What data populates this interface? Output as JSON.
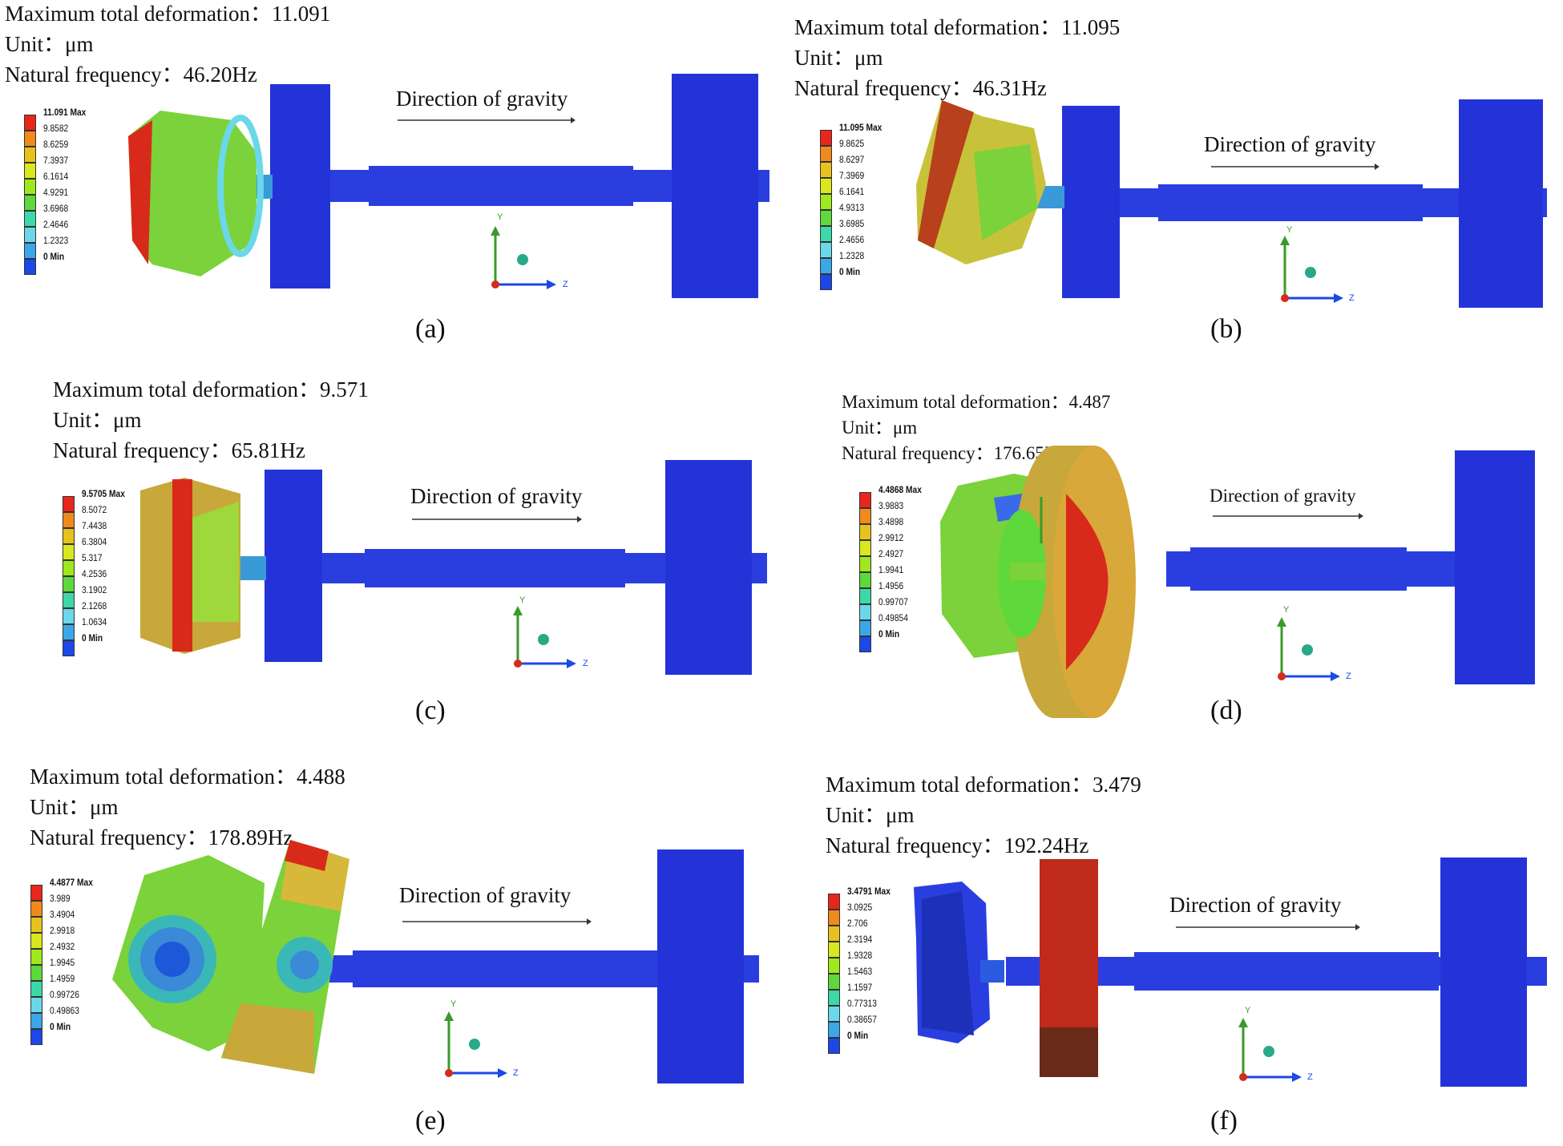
{
  "panels": [
    {
      "id": "a",
      "caption": "(a)",
      "max_def_label": "Maximum total deformation：",
      "max_def_value": "11.091",
      "unit_label": "Unit：",
      "unit_value": "μm",
      "freq_label": "Natural frequency：",
      "freq_value": "46.20Hz",
      "legend": [
        "11.091 Max",
        "9.8582",
        "8.6259",
        "7.3937",
        "6.1614",
        "4.9291",
        "3.6968",
        "2.4646",
        "1.2323",
        "0 Min"
      ]
    },
    {
      "id": "b",
      "caption": "(b)",
      "max_def_label": "Maximum total deformation：",
      "max_def_value": "11.095",
      "unit_label": "Unit：",
      "unit_value": "μm",
      "freq_label": "Natural frequency：",
      "freq_value": "46.31Hz",
      "legend": [
        "11.095 Max",
        "9.8625",
        "8.6297",
        "7.3969",
        "6.1641",
        "4.9313",
        "3.6985",
        "2.4656",
        "1.2328",
        "0 Min"
      ]
    },
    {
      "id": "c",
      "caption": "(c)",
      "max_def_label": "Maximum total deformation：",
      "max_def_value": "9.571",
      "unit_label": "Unit：",
      "unit_value": "μm",
      "freq_label": "Natural frequency：",
      "freq_value": "65.81Hz",
      "legend": [
        "9.5705 Max",
        "8.5072",
        "7.4438",
        "6.3804",
        "5.317",
        "4.2536",
        "3.1902",
        "2.1268",
        "1.0634",
        "0 Min"
      ]
    },
    {
      "id": "d",
      "caption": "(d)",
      "max_def_label": "Maximum total deformation：",
      "max_def_value": "4.487",
      "unit_label": "Unit：",
      "unit_value": "μm",
      "freq_label": "Natural frequency：",
      "freq_value": "176.65Hz",
      "legend": [
        "4.4868 Max",
        "3.9883",
        "3.4898",
        "2.9912",
        "2.4927",
        "1.9941",
        "1.4956",
        "0.99707",
        "0.49854",
        "0 Min"
      ]
    },
    {
      "id": "e",
      "caption": "(e)",
      "max_def_label": "Maximum total deformation：",
      "max_def_value": "4.488",
      "unit_label": "Unit：",
      "unit_value": "μm",
      "freq_label": "Natural frequency：",
      "freq_value": "178.89Hz",
      "legend": [
        "4.4877 Max",
        "3.989",
        "3.4904",
        "2.9918",
        "2.4932",
        "1.9945",
        "1.4959",
        "0.99726",
        "0.49863",
        "0 Min"
      ]
    },
    {
      "id": "f",
      "caption": "(f)",
      "max_def_label": "Maximum total deformation：",
      "max_def_value": "3.479",
      "unit_label": "Unit：",
      "unit_value": "μm",
      "freq_label": "Natural frequency：",
      "freq_value": "192.24Hz",
      "legend": [
        "3.4791 Max",
        "3.0925",
        "2.706",
        "2.3194",
        "1.9328",
        "1.5463",
        "1.1597",
        "0.77313",
        "0.38657",
        "0 Min"
      ]
    }
  ],
  "gravity_label": "Direction of gravity",
  "axis_y": "Y",
  "axis_z": "Z",
  "legend_colors": [
    "#e8261c",
    "#f08a1c",
    "#e8c21c",
    "#d8e81c",
    "#9ee81c",
    "#5ed83a",
    "#3cd8a8",
    "#6ad8e8",
    "#3aa8e8",
    "#1c48e8"
  ],
  "colors": {
    "shaft_blue": "#2a3ee0",
    "impeller_green": "#7bd23a",
    "hot_red": "#d82a1a"
  }
}
